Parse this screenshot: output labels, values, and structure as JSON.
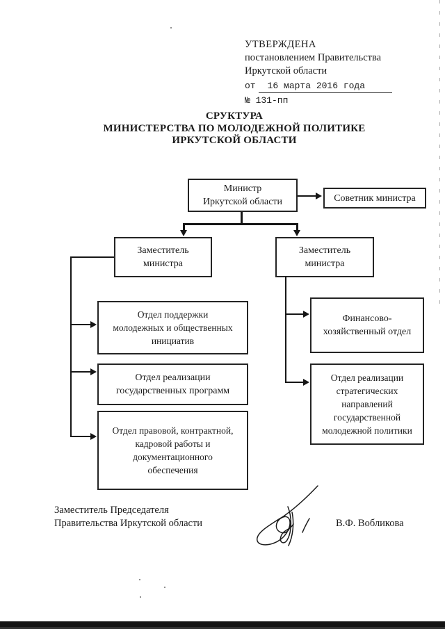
{
  "approval": {
    "line1": "УТВЕРЖДЕНА",
    "line2": "постановлением Правительства",
    "line3": "Иркутской области",
    "date_prefix": "от",
    "date_value": "16 марта 2016 года",
    "number": "№ 131-пп"
  },
  "title": {
    "line1": "СРУКТУРА",
    "line2": "МИНИСТЕРСТВА ПО МОЛОДЕЖНОЙ ПОЛИТИКЕ",
    "line3": "ИРКУТСКОЙ ОБЛАСТИ"
  },
  "chart": {
    "minister": "Министр\nИркутской области",
    "advisor": "Советник министра",
    "deputy_left": "Заместитель\nминистра",
    "deputy_right": "Заместитель\nминистра",
    "left_units": [
      "Отдел поддержки\nмолодежных и общественных\nинициатив",
      "Отдел реализации\nгосударственных программ",
      "Отдел правовой, контрактной,\nкадровой работы и\nдокументационного\nобеспечения"
    ],
    "right_units": [
      "Финансово-\nхозяйственный отдел",
      "Отдел реализации\nстратегических\nнаправлений\nгосударственной\nмолодежной политики"
    ]
  },
  "signoff": {
    "position_line1": "Заместитель Председателя",
    "position_line2": "Правительства Иркутской области",
    "signer": "В.Ф. Вобликова",
    "signature_icon": "handwritten-signature"
  },
  "colors": {
    "ink": "#1b1b1b",
    "paper": "#ffffff",
    "box_border": "#242424",
    "scan_bar": "#141414",
    "artifact_gray": "#9d9d9d"
  }
}
